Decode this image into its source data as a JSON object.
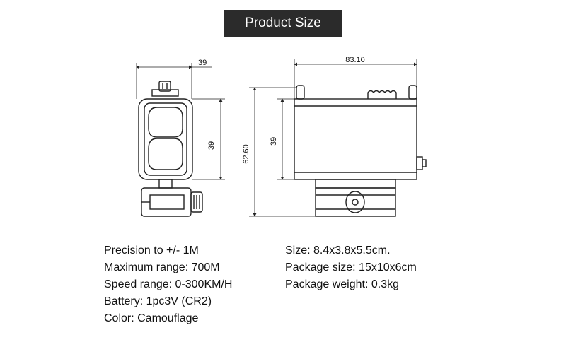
{
  "header": {
    "title": "Product Size"
  },
  "dimensions": {
    "front_width": "39",
    "front_height": "39",
    "side_width": "83.10",
    "side_height_total": "62.60",
    "side_height_body": "39"
  },
  "specs": {
    "left": [
      "Precision to +/- 1M",
      "Maximum range: 700M",
      "Speed range: 0-300KM/H",
      "Battery: 1pc3V (CR2)",
      "Color: Camouflage"
    ],
    "right": [
      "Size: 8.4x3.8x5.5cm.",
      "Package size: 15x10x6cm",
      "Package weight: 0.3kg"
    ]
  },
  "colors": {
    "badge_bg": "#2b2b2b",
    "line": "#222222"
  }
}
